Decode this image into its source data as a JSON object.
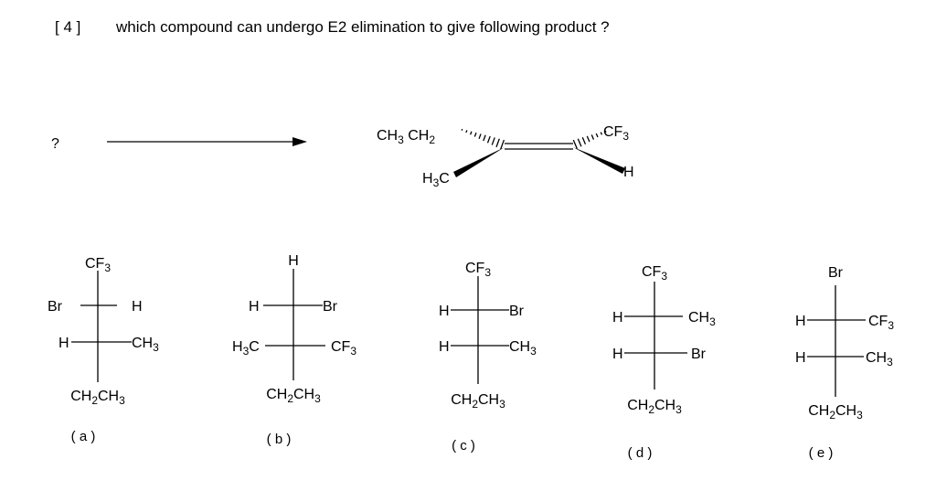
{
  "question": {
    "number": "[ 4 ]",
    "text": "which compound can undergo E2 elimination to give following product ?"
  },
  "reaction": {
    "reactant": "?",
    "product": {
      "top_left": "CH3 CH2",
      "top_right": "CF3",
      "bottom_left": "H3C",
      "bottom_right": "H"
    }
  },
  "options": [
    {
      "label": "( a )",
      "top": "CF3",
      "left1": "Br",
      "right1": "H",
      "left2": "H",
      "right2": "CH3",
      "bottom": "CH2CH3"
    },
    {
      "label": "( b )",
      "top": "H",
      "left1": "H",
      "right1": "Br",
      "left2": "H3C",
      "right2": "CF3",
      "bottom": "CH2CH3"
    },
    {
      "label": "( c )",
      "top": "CF3",
      "left1": "H",
      "right1": "Br",
      "left2": "H",
      "right2": "CH3",
      "bottom": "CH2CH3"
    },
    {
      "label": "( d )",
      "top": "CF3",
      "left1": "H",
      "right1": "CH3",
      "left2": "H",
      "right2": "Br",
      "bottom": "CH2CH3"
    },
    {
      "label": "( e )",
      "top": "Br",
      "left1": "H",
      "right1": "CF3",
      "left2": "H",
      "right2": "CH3",
      "bottom": "CH2CH3"
    }
  ]
}
